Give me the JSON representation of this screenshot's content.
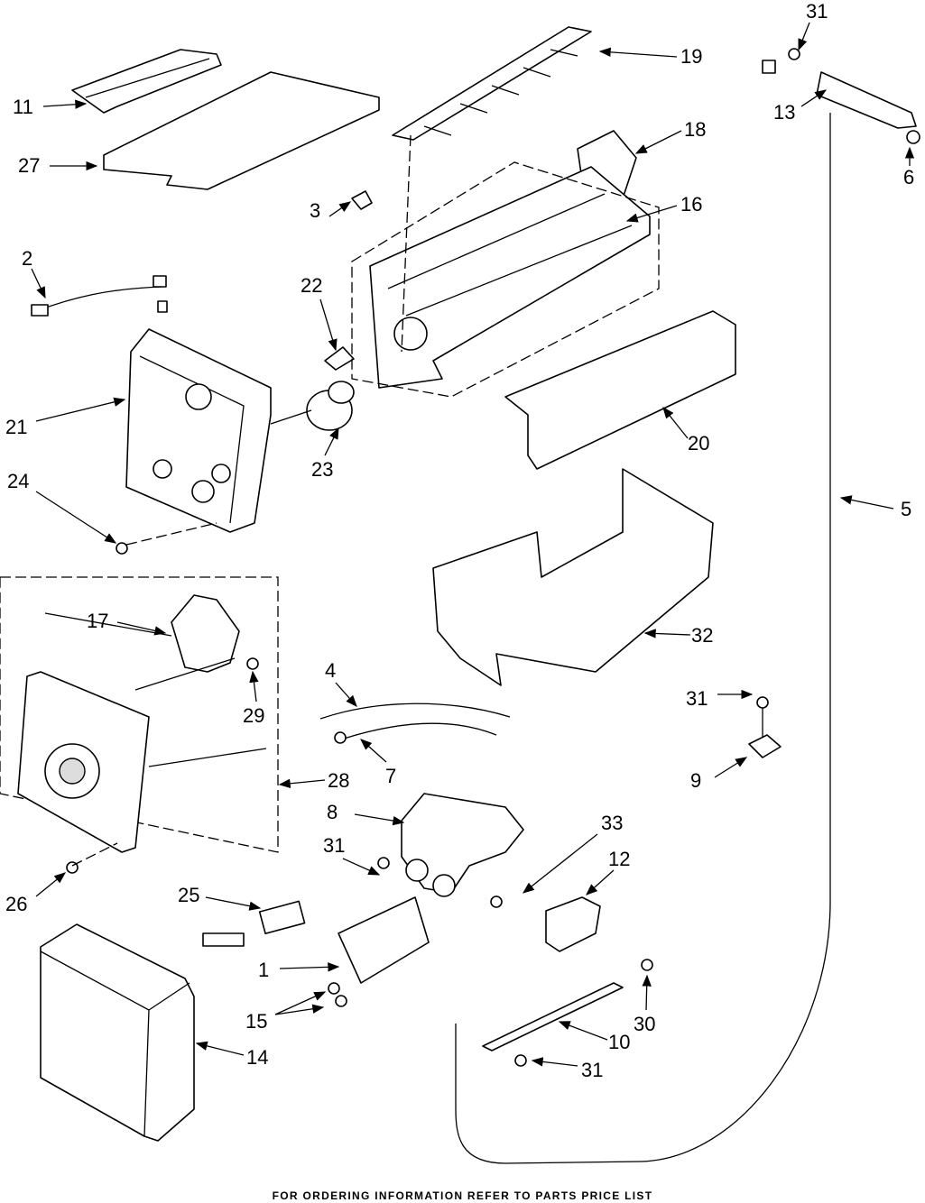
{
  "callouts": [
    "31",
    "19",
    "11",
    "13",
    "18",
    "27",
    "6",
    "16",
    "3",
    "2",
    "22",
    "21",
    "20",
    "23",
    "24",
    "5",
    "17",
    "32",
    "4",
    "31",
    "29",
    "7",
    "28",
    "9",
    "8",
    "33",
    "31",
    "12",
    "25",
    "26",
    "1",
    "15",
    "30",
    "10",
    "14",
    "31"
  ],
  "footer": "FOR ORDERING INFORMATION REFER TO PARTS PRICE LIST"
}
